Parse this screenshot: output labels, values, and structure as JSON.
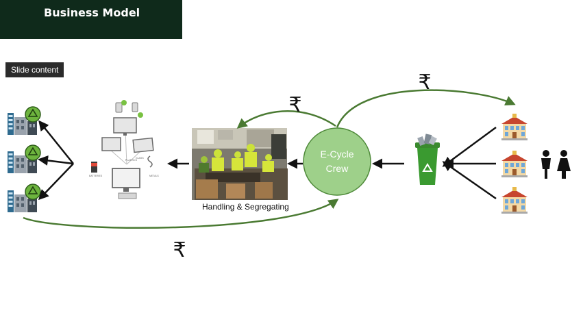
{
  "header": {
    "title": "Business Model"
  },
  "tag": {
    "label": "Slide content"
  },
  "diagram": {
    "center_node_line1": "E-Cycle",
    "center_node_line2": "Crew",
    "photo_caption": "Handling & Segregating",
    "currency_symbol": "₹",
    "ewaste_labels": {
      "plastics": "PLASTICS",
      "glass": "GLASS",
      "batteries": "BATTERIES",
      "metals": "METALS"
    },
    "colors": {
      "title_bg": "#0f2a1b",
      "node_fill": "#9ed08a",
      "node_stroke": "#4f8a3a",
      "flow_curve": "#4a7a32",
      "arrow": "#111111"
    },
    "icons": {
      "factory": "factory-recycle-icon",
      "building": "school-building-icon",
      "bin": "recycle-bin-icon",
      "people": "people-icon"
    }
  }
}
